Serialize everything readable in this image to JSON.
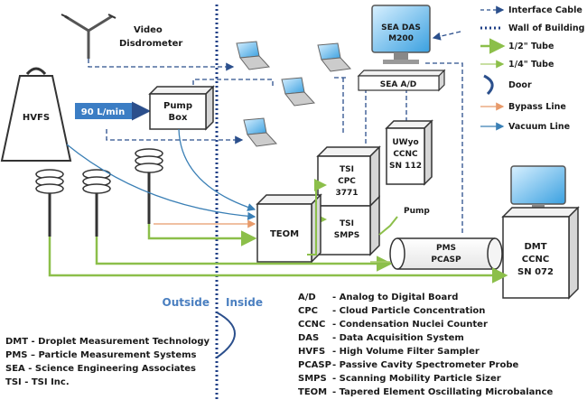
{
  "colors": {
    "dashed_cable": "#2b4f8c",
    "wall": "#1f3f86",
    "half_tube": "#8cbf4a",
    "quarter_tube": "#a8cc6a",
    "door": "#2b4f8c",
    "bypass": "#e89a6a",
    "vacuum": "#3a7fb5",
    "flow_box": "#3b7dc4",
    "outside_inside": "#4a7fc0"
  },
  "instruments": {
    "video_disdrometer": "Video\nDisdrometer",
    "hvfs": "HVFS",
    "flow": "90 L/min",
    "pump_box": "Pump\nBox",
    "teom": "TEOM",
    "tsi_cpc": "TSI\nCPC\n3771",
    "tsi_smps": "TSI\nSMPS",
    "uwyo_ccnc": "UWyo\nCCNC\nSN 112",
    "sea_ad": "SEA A/D",
    "sea_das": "SEA DAS\nM200",
    "pump": "Pump",
    "pms_pcasp": "PMS\nPCASP",
    "dmt_ccnc": "DMT\nCCNC\nSN 072"
  },
  "legend": [
    {
      "label": "Interface Cable",
      "icon": "dashed-arrow-icon"
    },
    {
      "label": "Wall of Building",
      "icon": "dotted-line-icon"
    },
    {
      "label": "1/2\" Tube",
      "icon": "thick-arrow-icon"
    },
    {
      "label": "1/4\" Tube",
      "icon": "thin-arrow-icon"
    },
    {
      "label": "Door",
      "icon": "door-arc-icon"
    },
    {
      "label": "Bypass Line",
      "icon": "orange-arrow-icon"
    },
    {
      "label": "Vacuum Line",
      "icon": "blue-arrow-icon"
    }
  ],
  "zones": {
    "outside": "Outside",
    "inside": "Inside"
  },
  "abbreviations_left": [
    "DMT - Droplet Measurement Technology",
    "PMS – Particle Measurement Systems",
    "SEA  - Science Engineering Associates",
    "TSI   - TSI Inc."
  ],
  "abbreviations_right": [
    {
      "abbr": "A/D",
      "desc": "- Analog to Digital Board"
    },
    {
      "abbr": "CPC",
      "desc": "- Cloud Particle Concentration"
    },
    {
      "abbr": "CCNC",
      "desc": "- Condensation Nuclei Counter"
    },
    {
      "abbr": "DAS",
      "desc": "- Data Acquisition System"
    },
    {
      "abbr": "HVFS",
      "desc": "- High Volume Filter Sampler"
    },
    {
      "abbr": "PCASP",
      "desc": "- Passive Cavity Spectrometer Probe"
    },
    {
      "abbr": "SMPS",
      "desc": "- Scanning Mobility Particle Sizer"
    },
    {
      "abbr": "TEOM",
      "desc": "- Tapered Element Oscillating Microbalance"
    }
  ]
}
